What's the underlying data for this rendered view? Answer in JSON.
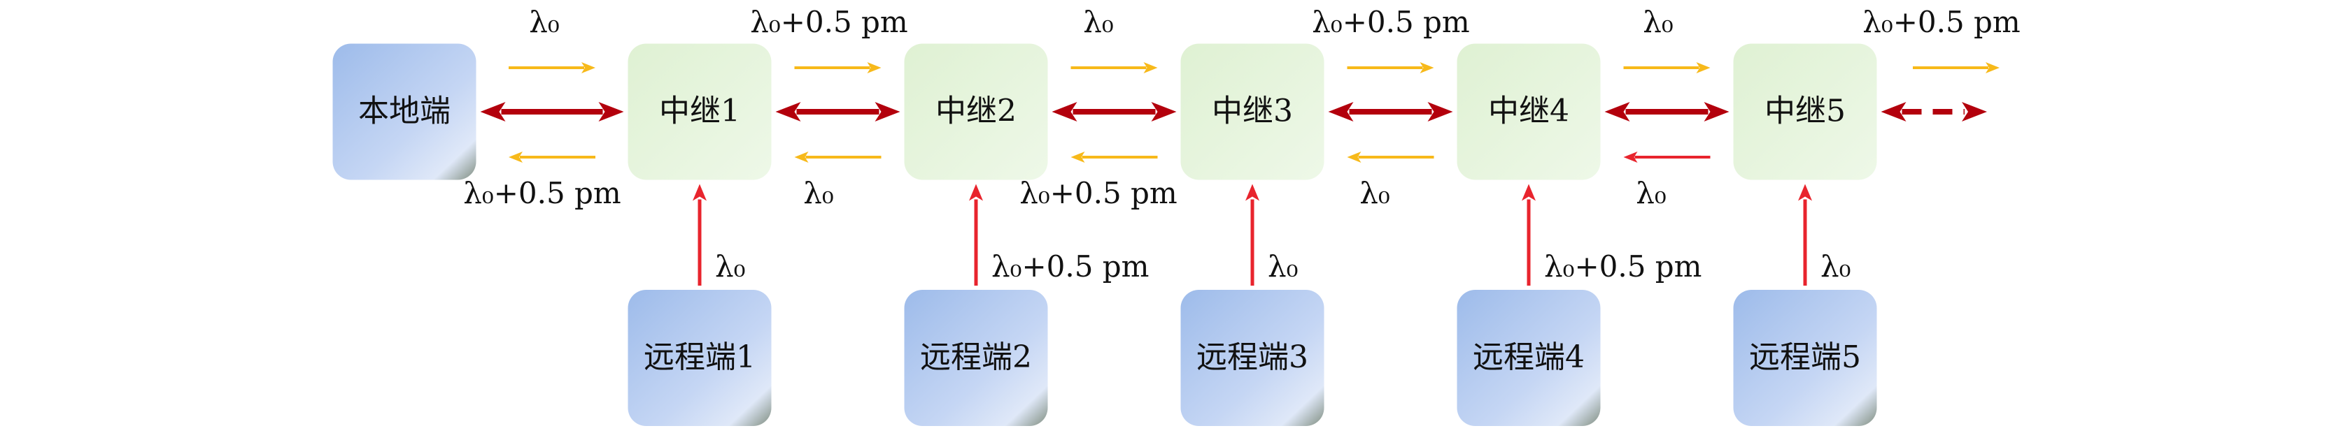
{
  "colors": {
    "link_red": "#b3000c",
    "uplink_red": "#e8242d",
    "wavelength_orange": "#f7b91a",
    "relay_fill": "#e6f5dd",
    "terminal_fill": "#a9c6ef",
    "text": "#111111"
  },
  "nodes": {
    "local": {
      "label": "本地端"
    },
    "relays": [
      {
        "label": "中继1"
      },
      {
        "label": "中继2"
      },
      {
        "label": "中继3"
      },
      {
        "label": "中继4"
      },
      {
        "label": "中继5"
      }
    ],
    "remotes": [
      {
        "label": "远程端1",
        "wavelength": "λ₀"
      },
      {
        "label": "远程端2",
        "wavelength": "λ₀+0.5 pm"
      },
      {
        "label": "远程端3",
        "wavelength": "λ₀"
      },
      {
        "label": "远程端4",
        "wavelength": "λ₀+0.5 pm"
      },
      {
        "label": "远程端5",
        "wavelength": "λ₀"
      }
    ]
  },
  "links": [
    {
      "forward_label": "λ₀",
      "backward_label": "λ₀+0.5 pm"
    },
    {
      "forward_label": "λ₀+0.5 pm",
      "backward_label": "λ₀"
    },
    {
      "forward_label": "λ₀",
      "backward_label": "λ₀+0.5 pm"
    },
    {
      "forward_label": "λ₀+0.5 pm",
      "backward_label": "λ₀"
    },
    {
      "forward_label": "λ₀",
      "backward_label": "λ₀"
    }
  ],
  "tail": {
    "forward_label": "λ₀+0.5 pm"
  }
}
